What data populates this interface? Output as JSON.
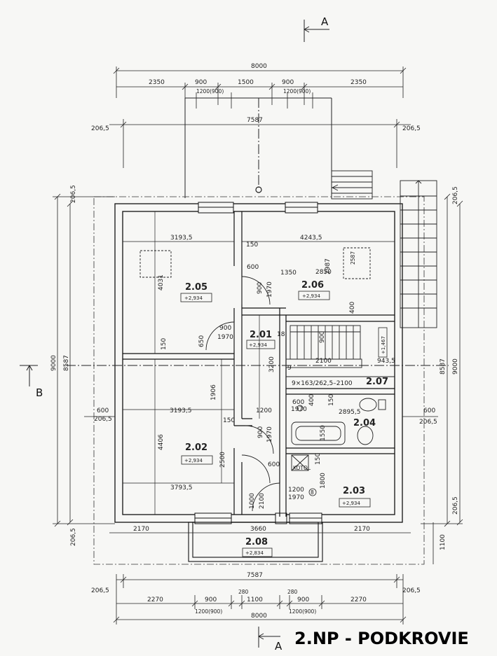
{
  "title": "2.NP - PODKROVIE",
  "section_marks": {
    "a_top": "A",
    "a_bottom": "A",
    "b_left": "B"
  },
  "dims_top": {
    "overall": "8000",
    "seg_2350_l": "2350",
    "seg_900_l": "900",
    "seg_1500": "1500",
    "seg_900_r": "900",
    "seg_2350_r": "2350",
    "win_l": "1200(900)",
    "win_r": "1200(900)",
    "inner": "7587",
    "side_l": "206,5",
    "side_r": "206,5"
  },
  "dims_bottom": {
    "overall": "8000",
    "inner": "7587",
    "side_l": "206,5",
    "side_r": "206,5",
    "seg_2270_l": "2270",
    "seg_900_l": "900",
    "seg_280_l": "280",
    "seg_1100": "1100",
    "seg_280_r": "280",
    "seg_900_r": "900",
    "seg_2270_r": "2270",
    "win_l": "1200(900)",
    "win_r": "1200(900)"
  },
  "dims_left": {
    "d9000": "9000",
    "d8587": "8587",
    "d206_top": "206,5",
    "d206_bot": "206,5",
    "d206_mid": "206,5",
    "d600": "600"
  },
  "dims_right": {
    "d9000": "9000",
    "d8587": "8587",
    "d206_top": "206,5",
    "d206_mid": "206,5",
    "d206_bot": "206,5",
    "d600": "600",
    "d1100": "1100"
  },
  "rooms": {
    "r205": {
      "num": "2.05",
      "lvl": "+2,934"
    },
    "r206": {
      "num": "2.06",
      "lvl": "+2,934"
    },
    "r201": {
      "num": "2.01",
      "lvl": "+2,934"
    },
    "r207": {
      "num": "2.07",
      "lvl": "+1,467"
    },
    "r202": {
      "num": "2.02",
      "lvl": "+2,934"
    },
    "r204": {
      "num": "2.04"
    },
    "r203": {
      "num": "2.03",
      "lvl": "+2,934"
    },
    "r208": {
      "num": "2.08",
      "lvl": "+2,834"
    }
  },
  "inner_dims": {
    "w3193_top": "3193,5",
    "h4031": "4031",
    "w4243": "4243,5",
    "w2987": "2987",
    "w2850": "2850",
    "h2587": "2587",
    "w1350": "1350",
    "h150_a": "150",
    "h150_b": "150",
    "h150_c": "150",
    "w600_a": "600",
    "h900_a": "900",
    "h1970_a": "1970",
    "h400": "400",
    "w900_b": "900",
    "w1970_b": "1970",
    "h650": "650",
    "n18": "18",
    "h900_c": "900",
    "h3200": "3200",
    "h2100_a": "2100",
    "w943": "943,5",
    "n9": "9",
    "stairs": "9×163/262,5–2100",
    "w3193_mid": "3193,5",
    "h1906": "1906",
    "h4406": "4406",
    "h2500": "2500",
    "w1200_a": "1200",
    "w600_b": "600",
    "w1970_c": "1970",
    "h400_b": "400",
    "h150_d": "150",
    "w2895": "2895,5",
    "h900_d": "900",
    "h1970_d": "1970",
    "h1550": "1550",
    "w600_c": "600",
    "koto": "KOTOL",
    "h150_e": "150",
    "h1800": "1800",
    "w3793": "3793,5",
    "w1200_b": "1200",
    "w1970_e": "1970",
    "h1000": "1000",
    "h2100_b": "2100",
    "w2170_l": "2170",
    "w3660": "3660",
    "w2170_r": "2170",
    "d8": "8"
  },
  "colors": {
    "ink": "#222222",
    "paper": "#f7f7f5"
  }
}
